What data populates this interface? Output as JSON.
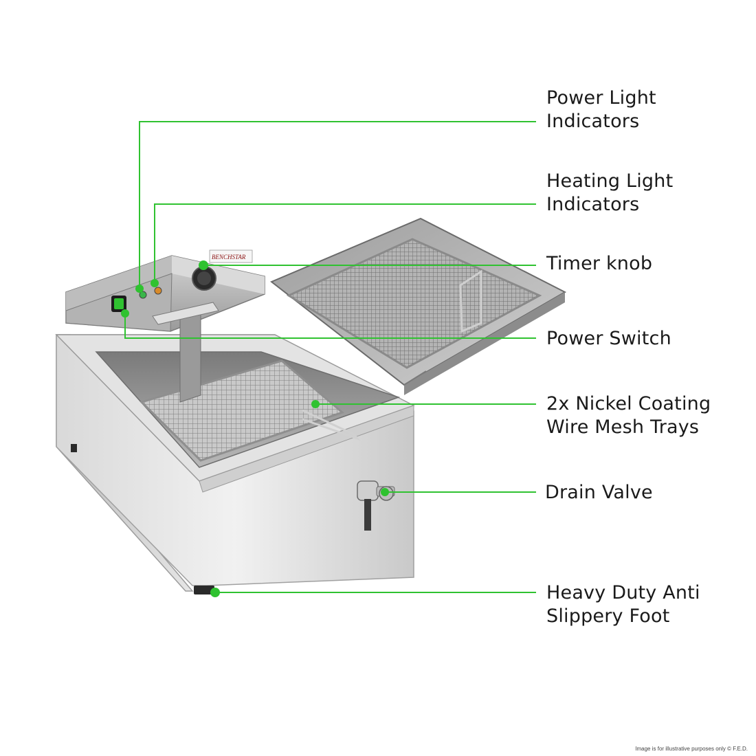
{
  "product": {
    "brand_text": "BENCHSTAR",
    "accent_color": "#2fc230"
  },
  "callouts": [
    {
      "id": "power-light",
      "label": "Power Light\nIndicators"
    },
    {
      "id": "heating-light",
      "label": "Heating Light\nIndicators"
    },
    {
      "id": "timer-knob",
      "label": "Timer knob"
    },
    {
      "id": "power-switch",
      "label": "Power Switch"
    },
    {
      "id": "mesh-trays",
      "label": "2x Nickel Coating\nWire Mesh Trays"
    },
    {
      "id": "drain-valve",
      "label": "Drain Valve"
    },
    {
      "id": "foot",
      "label": "Heavy Duty Anti\nSlippery Foot"
    }
  ],
  "footnote": "Image is for illustrative purposes only  © F.E.D."
}
